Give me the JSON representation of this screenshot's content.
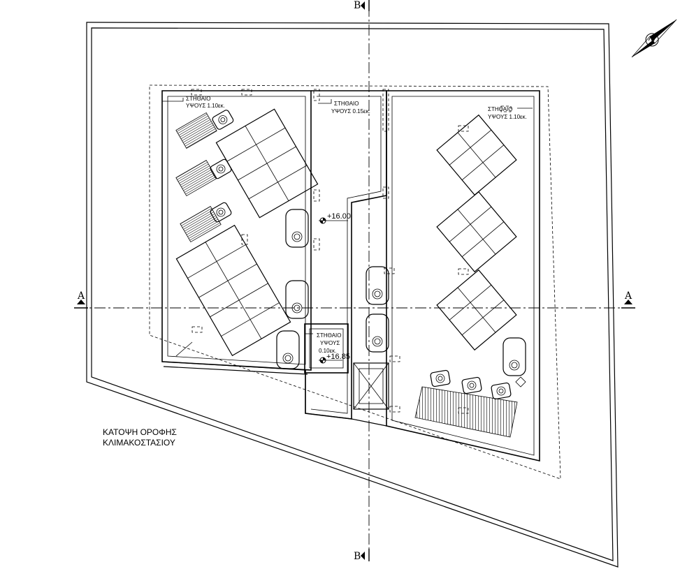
{
  "drawing": {
    "title_line1": "ΚΑΤΟΨΗ ΟΡΟΦΗΣ",
    "title_line2": "ΚΛΙΜΑΚΟΣΤΑΣΙΟΥ"
  },
  "section_markers": {
    "top": "B",
    "bottom": "B",
    "left": "A",
    "right": "A"
  },
  "parapets": {
    "left_line1": "ΣΤΗΘΑΙΟ",
    "left_line2": "ΥΨΟΥΣ 1.10εκ.",
    "center_line1": "ΣΤΗΘΑΙΟ",
    "center_line2": "ΥΨΟΥΣ 0.15εκ.",
    "right_line1": "ΣΤΗΘΑΙΟ",
    "right_line2": "ΥΨΟΥΣ 1.10εκ.",
    "stair_line1": "ΣΤΗΘΑΙΟ",
    "stair_line2": "ΥΨΟΥΣ",
    "stair_line3": "0.10εκ."
  },
  "elevations": {
    "upper": "+16.00",
    "lower": "+16.85"
  },
  "icons": {
    "north_arrow": "north-arrow-icon",
    "elevation": "elevation-marker-icon"
  }
}
